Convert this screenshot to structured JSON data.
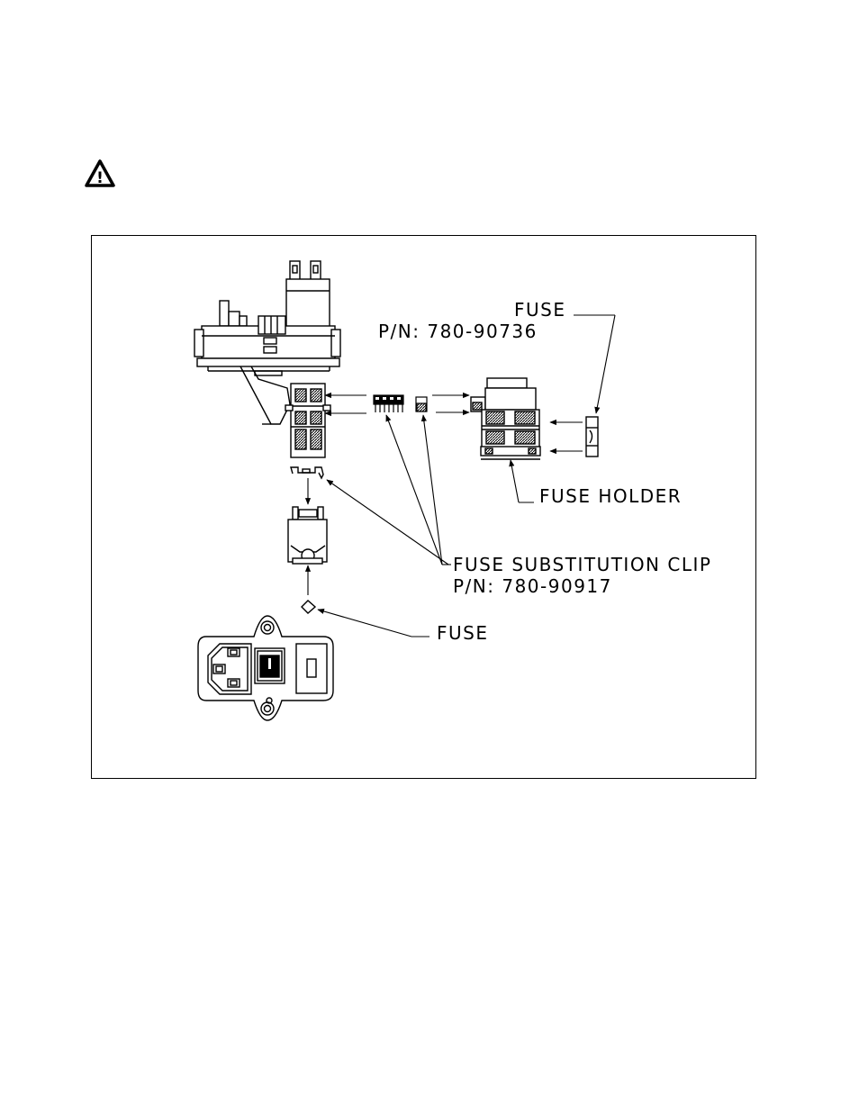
{
  "warning": {
    "icon": "warning-triangle-icon",
    "symbol": "!"
  },
  "diagram": {
    "labels": {
      "fuse_top": "FUSE",
      "fuse_top_pn": "P/N:  780-90736",
      "fuse_holder": "FUSE  HOLDER",
      "clip": "FUSE  SUBSTITUTION  CLIP",
      "clip_pn": "P/N:  780-90917",
      "fuse_bottom": "FUSE"
    }
  }
}
